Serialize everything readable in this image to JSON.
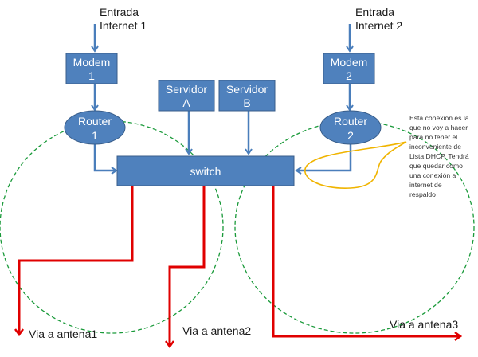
{
  "colors": {
    "node_fill": "#4f81bd",
    "node_stroke": "#385d8a",
    "link_blue": "#4a7ebb",
    "link_red": "#e00000",
    "zone_green": "#1a9a3a",
    "callout_yellow": "#f0b400"
  },
  "inputs": [
    {
      "line1": "Entrada",
      "line2": "Internet 1"
    },
    {
      "line1": "Entrada",
      "line2": "Internet 2"
    }
  ],
  "modems": [
    {
      "line1": "Modem",
      "line2": "1"
    },
    {
      "line1": "Modem",
      "line2": "2"
    }
  ],
  "routers": [
    {
      "line1": "Router",
      "line2": "1"
    },
    {
      "line1": "Router",
      "line2": "2"
    }
  ],
  "servers": [
    {
      "line1": "Servidor",
      "line2": "A"
    },
    {
      "line1": "Servidor",
      "line2": "B"
    }
  ],
  "switch": {
    "label": "switch"
  },
  "antennas": [
    "Via a antena1",
    "Via a antena2",
    "Via a antena3"
  ],
  "note": {
    "lines": [
      "Esta conexión es la",
      "que no voy a hacer",
      "para no tener el",
      "inconveniente de",
      "Lista DHCP. Tendrá",
      "que quedar como",
      "una conexión a",
      "internet de",
      "respaldo"
    ]
  }
}
